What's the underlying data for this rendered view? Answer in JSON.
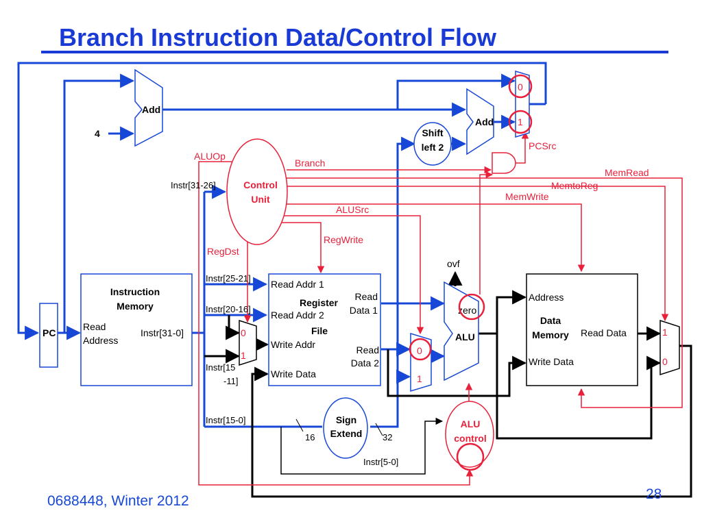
{
  "title": "Branch Instruction Data/Control Flow",
  "footer": {
    "left": "0688448, Winter 2012",
    "page": "28"
  },
  "colors": {
    "blue": "#1747d6",
    "red": "#e8203a",
    "black": "#000000",
    "title_blue": "#1a3ad6"
  },
  "units": {
    "pc": "PC",
    "add1": "Add",
    "add2": "Add",
    "four": "4",
    "shift_l1": "Shift",
    "shift_l2": "left 2",
    "control_l1": "Control",
    "control_l2": "Unit",
    "im_l1": "Instruction",
    "im_l2": "Memory",
    "im_read1": "Read",
    "im_read2": "Address",
    "im_out": "Instr[31-0]",
    "rf_ra1": "Read Addr 1",
    "rf_reg1": "Register",
    "rf_ra2": "Read Addr 2",
    "rf_file": "File",
    "rf_wa": "Write Addr",
    "rf_wd": "Write Data",
    "rf_rd1a": "Read",
    "rf_rd1b": "Data 1",
    "rf_rd2a": "Read",
    "rf_rd2b": "Data 2",
    "alu": "ALU",
    "zero": "zero",
    "ovf": "ovf",
    "dm_addr": "Address",
    "dm_l1": "Data",
    "dm_l2": "Memory",
    "dm_rd": "Read Data",
    "dm_wd": "Write Data",
    "sign_l1": "Sign",
    "sign_l2": "Extend",
    "aluc_l1": "ALU",
    "aluc_l2": "control"
  },
  "signals": {
    "aluop": "ALUOp",
    "branch": "Branch",
    "memread": "MemRead",
    "memtoreg": "MemtoReg",
    "memwrite": "MemWrite",
    "alusrc": "ALUSrc",
    "regwrite": "RegWrite",
    "regdst": "RegDst",
    "pcsrc": "PCSrc"
  },
  "fields": {
    "instr_31_26": "Instr[31-26]",
    "instr_25_21": "Instr[25-21]",
    "instr_20_16": "Instr[20-16]",
    "instr_15_11a": "Instr[15",
    "instr_15_11b": "-11]",
    "instr_15_0": "Instr[15-0]",
    "instr_5_0": "Instr[5-0]",
    "w16": "16",
    "w32": "32"
  },
  "mux": {
    "pc_0": "0",
    "pc_1": "1",
    "rd_0": "0",
    "rd_1": "1",
    "alu_0": "0",
    "alu_1": "1",
    "wb_1": "1",
    "wb_0": "0"
  }
}
